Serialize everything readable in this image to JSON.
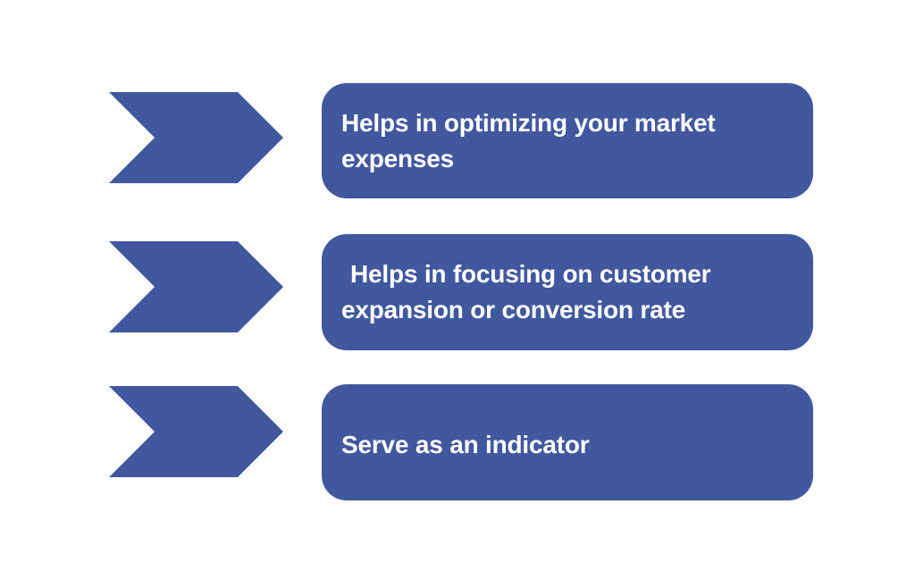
{
  "graphic": {
    "title": "Benefits list chevron graphic",
    "background_color": "#FFFFFF",
    "accent_color": "#41589F",
    "text_color": "#FFFFFF",
    "rows": [
      {
        "arrow_icon": "chevron-right-arrow",
        "text": "Helps in optimizing your market expenses"
      },
      {
        "arrow_icon": "chevron-right-arrow",
        "text": "Helps in focusing on customer expansion or conversion rate"
      },
      {
        "arrow_icon": "chevron-right-arrow",
        "text": "Serve as an indicator"
      }
    ]
  }
}
